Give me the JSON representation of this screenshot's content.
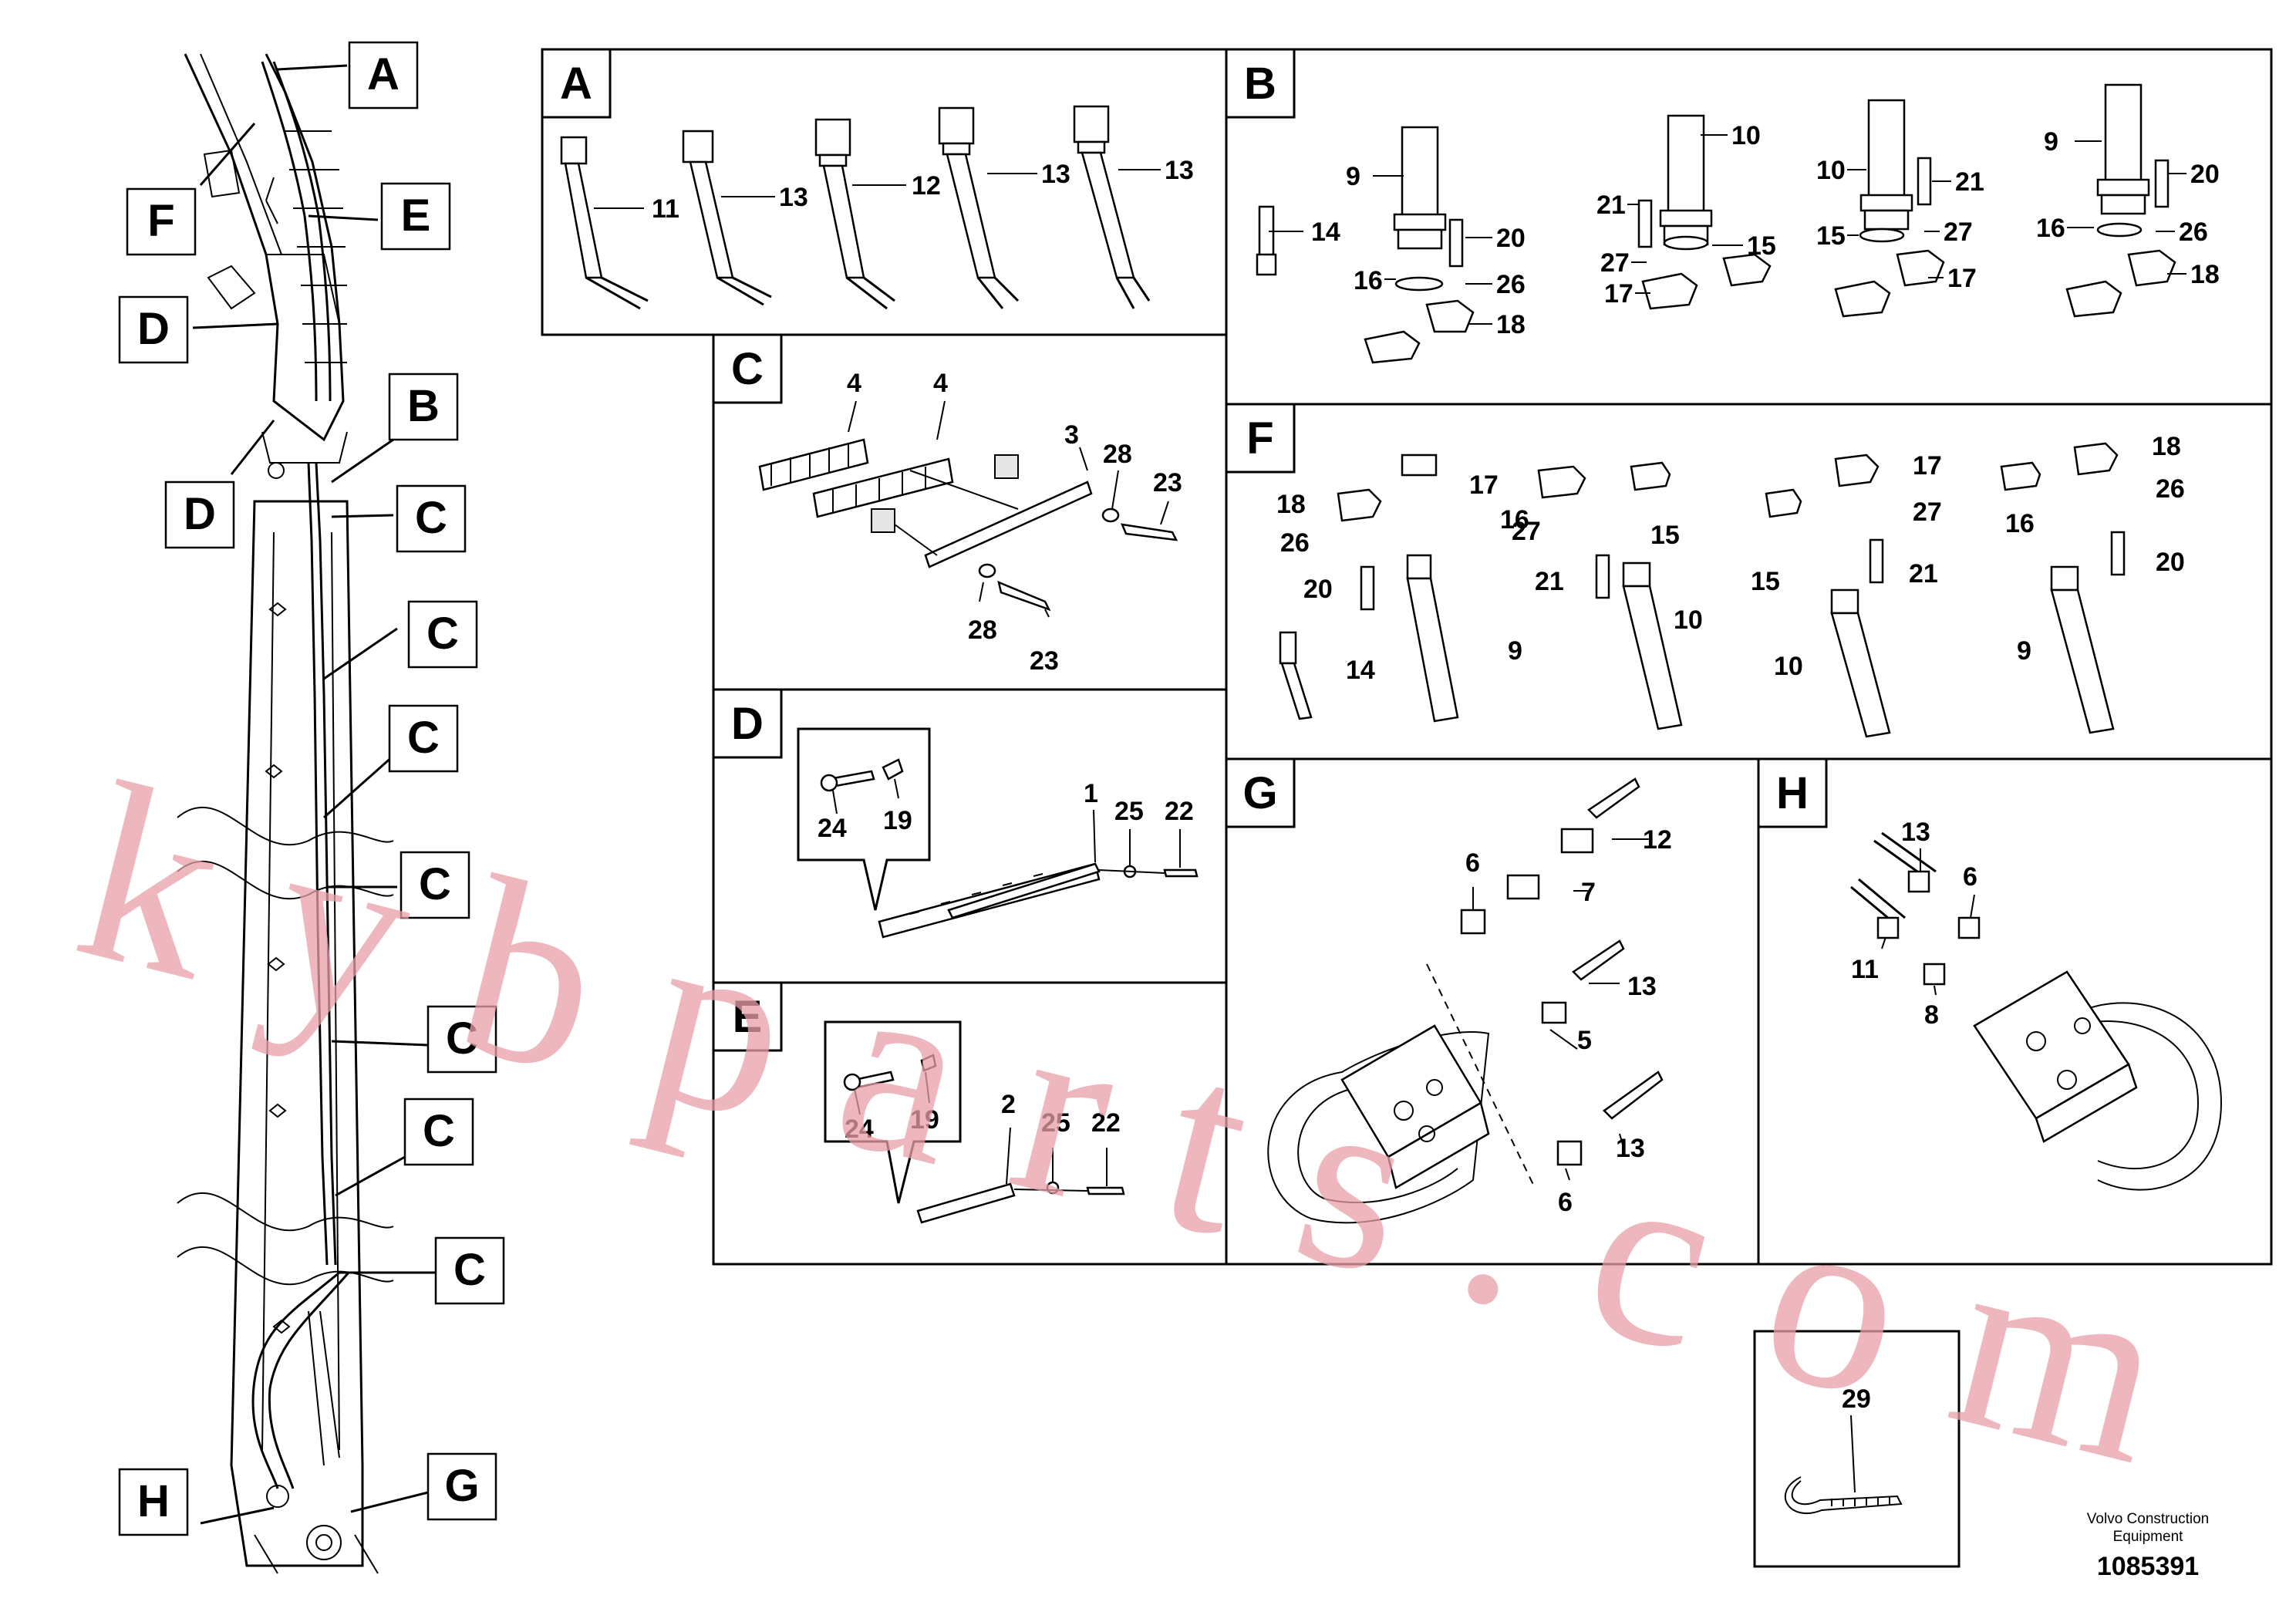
{
  "callouts": {
    "A": "A",
    "B": "B",
    "C": "C",
    "D": "D",
    "E": "E",
    "F": "F",
    "G": "G",
    "H": "H"
  },
  "panels": {
    "A": {
      "letter": "A",
      "labels": [
        "11",
        "13",
        "12",
        "13",
        "13"
      ]
    },
    "B": {
      "letter": "B",
      "labels": [
        "14",
        "9",
        "16",
        "20",
        "26",
        "18",
        "10",
        "21",
        "27",
        "17",
        "15",
        "10",
        "21",
        "15",
        "27",
        "17",
        "9",
        "20",
        "16",
        "26",
        "18"
      ]
    },
    "C": {
      "letter": "C",
      "labels": [
        "4",
        "4",
        "3",
        "28",
        "23",
        "28",
        "23"
      ]
    },
    "D": {
      "letter": "D",
      "labels": [
        "24",
        "19",
        "1",
        "25",
        "22"
      ]
    },
    "E": {
      "letter": "E",
      "labels": [
        "24",
        "19",
        "2",
        "25",
        "22"
      ]
    },
    "F": {
      "letter": "F",
      "labels": [
        "18",
        "26",
        "20",
        "14",
        "17",
        "16",
        "27",
        "21",
        "15",
        "10",
        "9",
        "17",
        "27",
        "21",
        "15",
        "10",
        "18",
        "26",
        "16",
        "20",
        "9"
      ]
    },
    "G": {
      "letter": "G",
      "labels": [
        "6",
        "12",
        "7",
        "13",
        "5",
        "13",
        "6"
      ]
    },
    "H": {
      "letter": "H",
      "labels": [
        "13",
        "6",
        "11",
        "8"
      ]
    },
    "tie": {
      "labels": [
        "29"
      ]
    }
  },
  "footer": {
    "company_line1": "Volvo Construction",
    "company_line2": "Equipment",
    "drawing_number": "1085391"
  },
  "watermark": {
    "text": "kybparts.com",
    "color": "#e8a0a8"
  }
}
